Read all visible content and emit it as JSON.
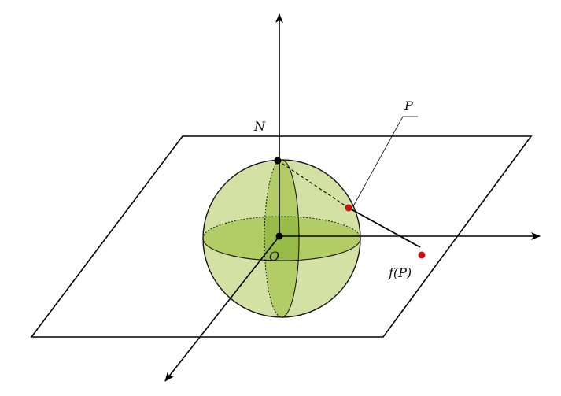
{
  "labels": {
    "north_pole": "N",
    "origin": "O",
    "point": "P",
    "projection": "f(P)"
  },
  "colors": {
    "sphere_fill": "#d3e2a4",
    "sphere_stroke": "#1a1a1a",
    "equator_fill": "#b2cd66",
    "meridian_fill": "#b2cd66",
    "overlap_fill": "#8fb53d",
    "line": "#000000",
    "dot_black": "#000000",
    "dot_red": "#cc1111"
  }
}
